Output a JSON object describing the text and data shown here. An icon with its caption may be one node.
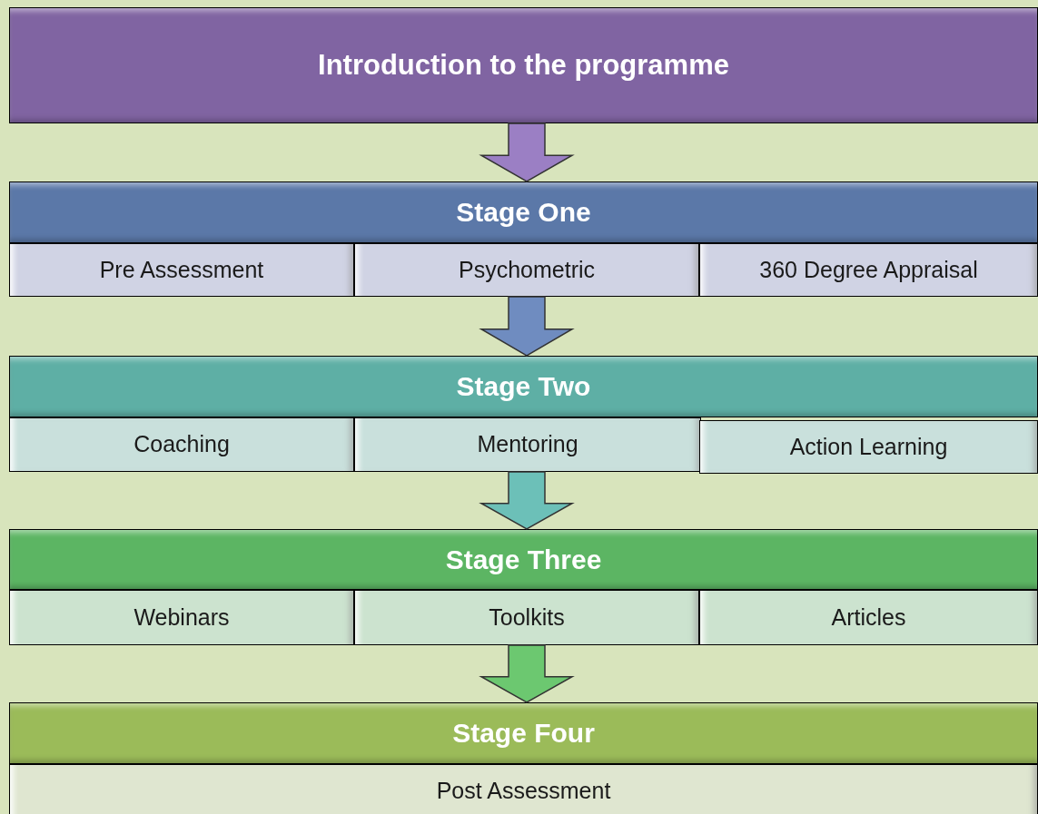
{
  "diagram": {
    "nodes": [
      {
        "text": [
          "Introduction to the programme"
        ]
      },
      {
        "text": [
          "Stage One"
        ]
      },
      {
        "text": [
          "Pre Assessment"
        ]
      },
      {
        "text": [
          "Psychometric"
        ]
      },
      {
        "text": [
          "360 Degree Appraisal"
        ]
      },
      {
        "text": [
          "Stage Two"
        ]
      },
      {
        "text": [
          "Coaching"
        ]
      },
      {
        "text": [
          "Mentoring"
        ]
      },
      {
        "text": [
          "Action Learning"
        ]
      },
      {
        "text": [
          "Stage Three"
        ]
      },
      {
        "text": [
          "Webinars"
        ]
      },
      {
        "text": [
          "Toolkits"
        ]
      },
      {
        "text": [
          "Articles"
        ]
      },
      {
        "text": [
          "Stage Four"
        ]
      },
      {
        "text": [
          "Post Assessment"
        ]
      }
    ],
    "edges": [
      {
        "from": 0,
        "to": 1,
        "arrow": "to",
        "color": "#9b7fc4"
      },
      {
        "from": 3,
        "to": 5,
        "arrow": "to",
        "color": "#6f8cc0"
      },
      {
        "from": 7,
        "to": 9,
        "arrow": "to",
        "color": "#6cc0b8"
      },
      {
        "from": 11,
        "to": 13,
        "arrow": "to",
        "color": "#6cc870"
      }
    ]
  }
}
